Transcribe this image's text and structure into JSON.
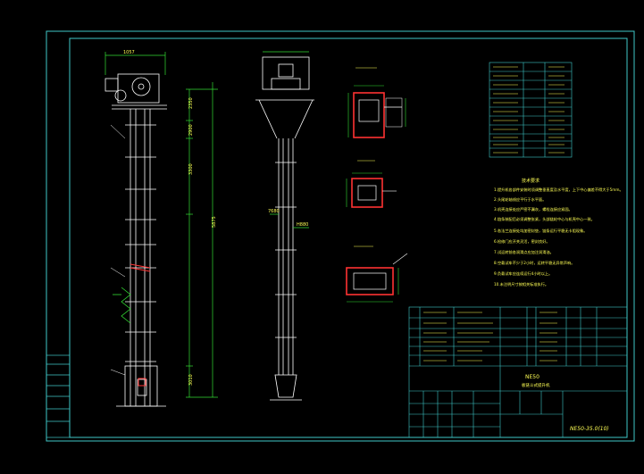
{
  "colors": {
    "background": "#000000",
    "frame": "#3fc8c8",
    "geometry": "#ffffff",
    "dimension": "#33dd33",
    "text": "#ffff55",
    "section": "#ff3333",
    "table": "#33cccc"
  },
  "drawing": {
    "dimensions_left": [
      "1057",
      "2350",
      "2900",
      "3300",
      "3010",
      "5875"
    ],
    "label_center": "7680",
    "label_right": "H880",
    "notes_title": "技术要求",
    "notes": [
      "1.提升机各部件安装时须调整垂直度及水平度，上下中心偏差不得大于5mm。",
      "2.头尾轮轴线应平行于水平面。",
      "3.机壳连接处应严密不漏灰，螺栓连接应紧固。",
      "4.链条装配后必须调整张紧，头部链轮中心与机壳中心一致。",
      "5.各法兰连接处均加密封垫，链条运行平稳无卡阻现象。",
      "6.检修门应开关灵活，密封良好。",
      "7.试运转前各润滑点应加注润滑油。",
      "8.空载试车不少于2小时，运转平稳无异常声响。",
      "9.负载试车应连续运行4小时以上。",
      "10.未注明尺寸按相关标准执行。"
    ],
    "title_block": {
      "project": "NE50",
      "drawing_name": "板链斗式提升机",
      "drawing_number": "NE50-35.0(10)"
    }
  }
}
